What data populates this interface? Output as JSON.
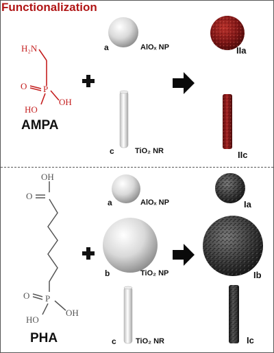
{
  "title": "Functionalization",
  "top": {
    "molecule_name": "AMPA",
    "atoms": {
      "amine": "H₂N",
      "oxo": "O",
      "phosphorus": "P",
      "hydroxyl_1": "OH",
      "hydroxyl_2": "HO"
    },
    "reactants": [
      {
        "letter": "a",
        "label": "AlOₓ NP",
        "shape": "sphere"
      },
      {
        "letter": "c",
        "label": "TiO₂ NR",
        "shape": "rod"
      }
    ],
    "products": [
      {
        "label": "IIa",
        "shape": "sphere",
        "color": "#8b1a1a"
      },
      {
        "label": "IIc",
        "shape": "rod",
        "color": "#8b1a1a"
      }
    ]
  },
  "bottom": {
    "molecule_name": "PHA",
    "atoms": {
      "acid_oh": "OH",
      "acid_o": "O",
      "oxo": "O",
      "phosphorus": "P",
      "hydroxyl_1": "OH",
      "hydroxyl_2": "HO"
    },
    "reactants": [
      {
        "letter": "a",
        "label": "AlOₓ NP",
        "shape": "sphere"
      },
      {
        "letter": "b",
        "label": "TiO₂ NP",
        "shape": "sphere"
      },
      {
        "letter": "c",
        "label": "TiO₂ NR",
        "shape": "rod"
      }
    ],
    "products": [
      {
        "label": "Ia",
        "shape": "sphere",
        "color": "#3a3a3a"
      },
      {
        "label": "Ib",
        "shape": "sphere",
        "color": "#3a3a3a"
      },
      {
        "label": "Ic",
        "shape": "rod",
        "color": "#3a3a3a"
      }
    ]
  },
  "colors": {
    "title": "#b01515",
    "ampa": "#c41e1e",
    "pha": "#555555"
  }
}
